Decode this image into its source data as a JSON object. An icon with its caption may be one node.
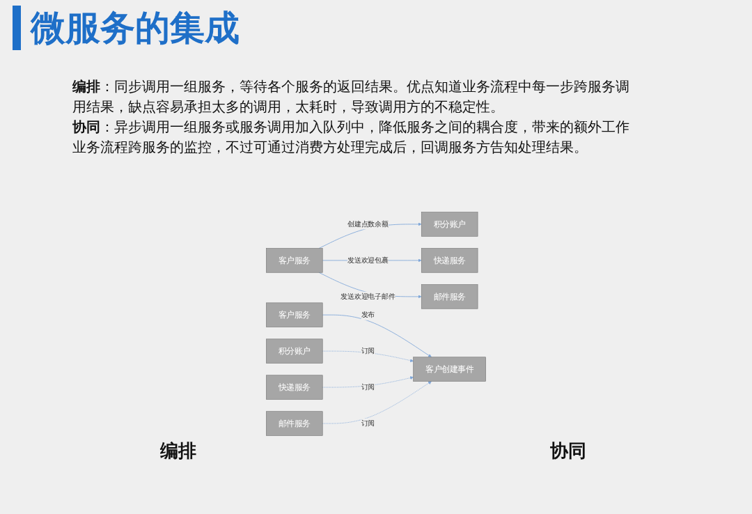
{
  "diagram": {
    "title": "微服务的集成",
    "nodes": [
      {
        "text": [
          "客户服务"
        ]
      },
      {
        "text": [
          "积分账户"
        ]
      },
      {
        "text": [
          "快递服务"
        ]
      },
      {
        "text": [
          "邮件服务"
        ]
      },
      {
        "text": [
          "客户服务"
        ]
      },
      {
        "text": [
          "客户创建事件"
        ]
      },
      {
        "text": [
          "积分账户"
        ]
      },
      {
        "text": [
          "快递服务"
        ]
      },
      {
        "text": [
          "邮件服务"
        ]
      }
    ],
    "edges": [
      {
        "from": 0,
        "to": 1,
        "arrow": "to",
        "label": "创建点数余额"
      },
      {
        "from": 0,
        "to": 2,
        "arrow": "to",
        "label": "发送欢迎包裹"
      },
      {
        "from": 0,
        "to": 3,
        "arrow": "to",
        "label": "发送欢迎电子邮件"
      },
      {
        "from": 4,
        "to": 5,
        "arrow": "to",
        "label": "发布"
      },
      {
        "from": 6,
        "to": 5,
        "arrow": "to",
        "label": "订阅",
        "style": "dashed"
      },
      {
        "from": 7,
        "to": 5,
        "arrow": "to",
        "label": "订阅",
        "style": "dashed"
      },
      {
        "from": 8,
        "to": 5,
        "arrow": "to",
        "label": "订阅",
        "style": "dashed"
      }
    ],
    "labels": [
      "**编排**：同步调用一组服务，等待各个服务的返回结果。优点知道业务流程中每一步跨服务调用结果，缺点容易承担太多的调用，太耗时，导致调用方的不稳定性。",
      "**协同**：异步调用一组服务或服务调用加入队列中，降低服务之间的耦合度，带来的额外工作业务流程跨服务的监控，不过可通过消费方处理完成后，回调服务方告知处理结果。",
      "编排",
      "协同"
    ]
  }
}
